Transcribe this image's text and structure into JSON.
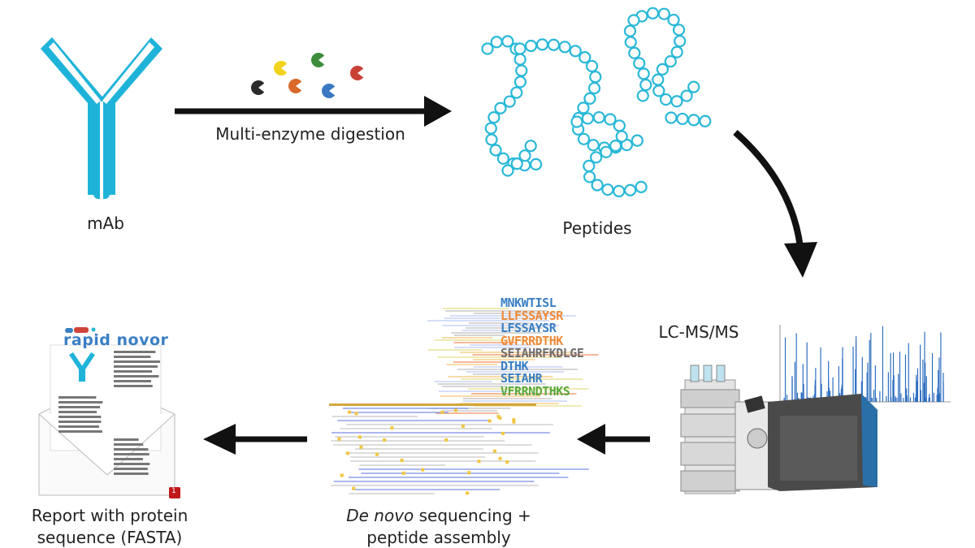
{
  "labels": {
    "mab": "mAb",
    "digestion": "Multi-enzyme digestion",
    "peptides": "Peptides",
    "lcms": "LC-MS/MS",
    "denovo_italic": "De novo",
    "denovo_rest": " sequencing +",
    "denovo_line2": "peptide assembly",
    "report_line1": "Report with protein",
    "report_line2": "sequence (FASTA)"
  },
  "logo": "rapid novor",
  "report_badge": "1",
  "peptide_sequences": [
    {
      "seq": "MNKWTISL",
      "color": "#3a7fc4"
    },
    {
      "seq": "LLFSSAYSR",
      "color": "#ee8a3a"
    },
    {
      "seq": "LFSSAYSR",
      "color": "#3a7fc4"
    },
    {
      "seq": "GVFRRDTHK",
      "color": "#ee8a3a"
    },
    {
      "seq": "SEIAHRFKDLGE",
      "color": "#6e6e6e"
    },
    {
      "seq": "DTHK",
      "color": "#3a7fc4"
    },
    {
      "seq": "SEIAHR",
      "color": "#3a7fc4"
    },
    {
      "seq": "VFRRNDTHKS",
      "color": "#5aa83c"
    }
  ],
  "colors": {
    "antibody": "#1fb3d9",
    "peptide": "#29b8d8",
    "arrow": "#111111",
    "enzymes": [
      "#2b2b2b",
      "#f2d21b",
      "#d8692a",
      "#3d8d3d",
      "#3b78c2",
      "#c94135"
    ]
  }
}
